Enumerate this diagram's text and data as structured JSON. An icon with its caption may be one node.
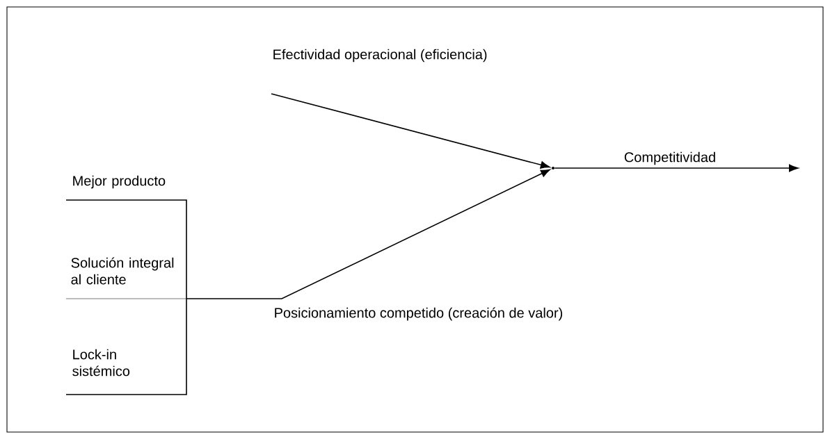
{
  "diagram": {
    "nodes": [
      {
        "text": [],
        "shape": "point"
      },
      {
        "text": [],
        "shape": "bracket"
      }
    ],
    "edges": [
      {
        "from": null,
        "to": 0,
        "arrow": "to",
        "label": "Efectividad operacional (eficiencia)"
      },
      {
        "from": 1,
        "to": 0,
        "arrow": "to",
        "label": "Posicionamiento competido (creación de valor)"
      },
      {
        "from": 0,
        "to": null,
        "arrow": "to",
        "label": "Competitividad"
      }
    ],
    "labels": [
      "Mejor producto",
      "Solución integral al cliente",
      "Lock-in sistémico"
    ]
  }
}
